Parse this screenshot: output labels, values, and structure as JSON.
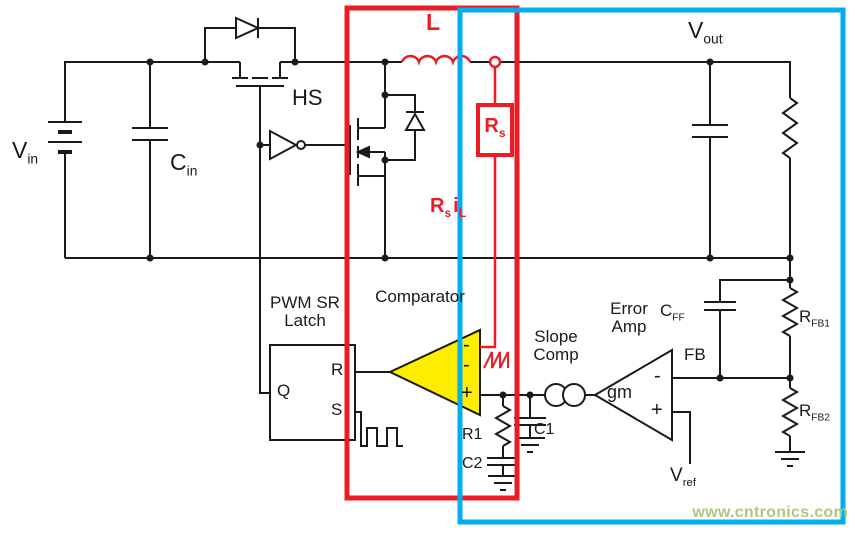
{
  "colors": {
    "highlight_red": "#ed1c24",
    "highlight_blue": "#00aeef",
    "comparator_yellow": "#ffed00",
    "watermark_green": "#abc87f",
    "wire_black": "#1a1a1a"
  },
  "labels": {
    "vin": {
      "main": "V",
      "sub": "in"
    },
    "cin": {
      "main": "C",
      "sub": "in"
    },
    "hs": "HS",
    "inductor": "L",
    "vout": {
      "main": "V",
      "sub": "out"
    },
    "rs": {
      "main": "R",
      "sub": "s"
    },
    "rs_il": {
      "p1": "R",
      "s1": "s",
      "p2": "i",
      "s2": "L"
    },
    "pwm_latch": {
      "line1": "PWM SR",
      "line2": "Latch"
    },
    "latch_q": "Q",
    "latch_r": "R",
    "latch_s": "S",
    "comparator": "Comparator",
    "comparator_minus1": "-",
    "comparator_minus2": "-",
    "comparator_plus": "+",
    "slope_comp": {
      "line1": "Slope",
      "line2": "Comp"
    },
    "error_amp": {
      "line1": "Error",
      "line2": "Amp"
    },
    "gm": "gm",
    "fb": "FB",
    "ea_minus": "-",
    "ea_plus": "+",
    "cff": {
      "main": "C",
      "sub": "FF"
    },
    "rfb1": {
      "main": "R",
      "sub": "FB1"
    },
    "rfb2": {
      "main": "R",
      "sub": "FB2"
    },
    "r1": "R1",
    "c1": "C1",
    "c2": "C2",
    "vref": {
      "main": "V",
      "sub": "ref"
    }
  },
  "watermark": "www.cntronics.com"
}
